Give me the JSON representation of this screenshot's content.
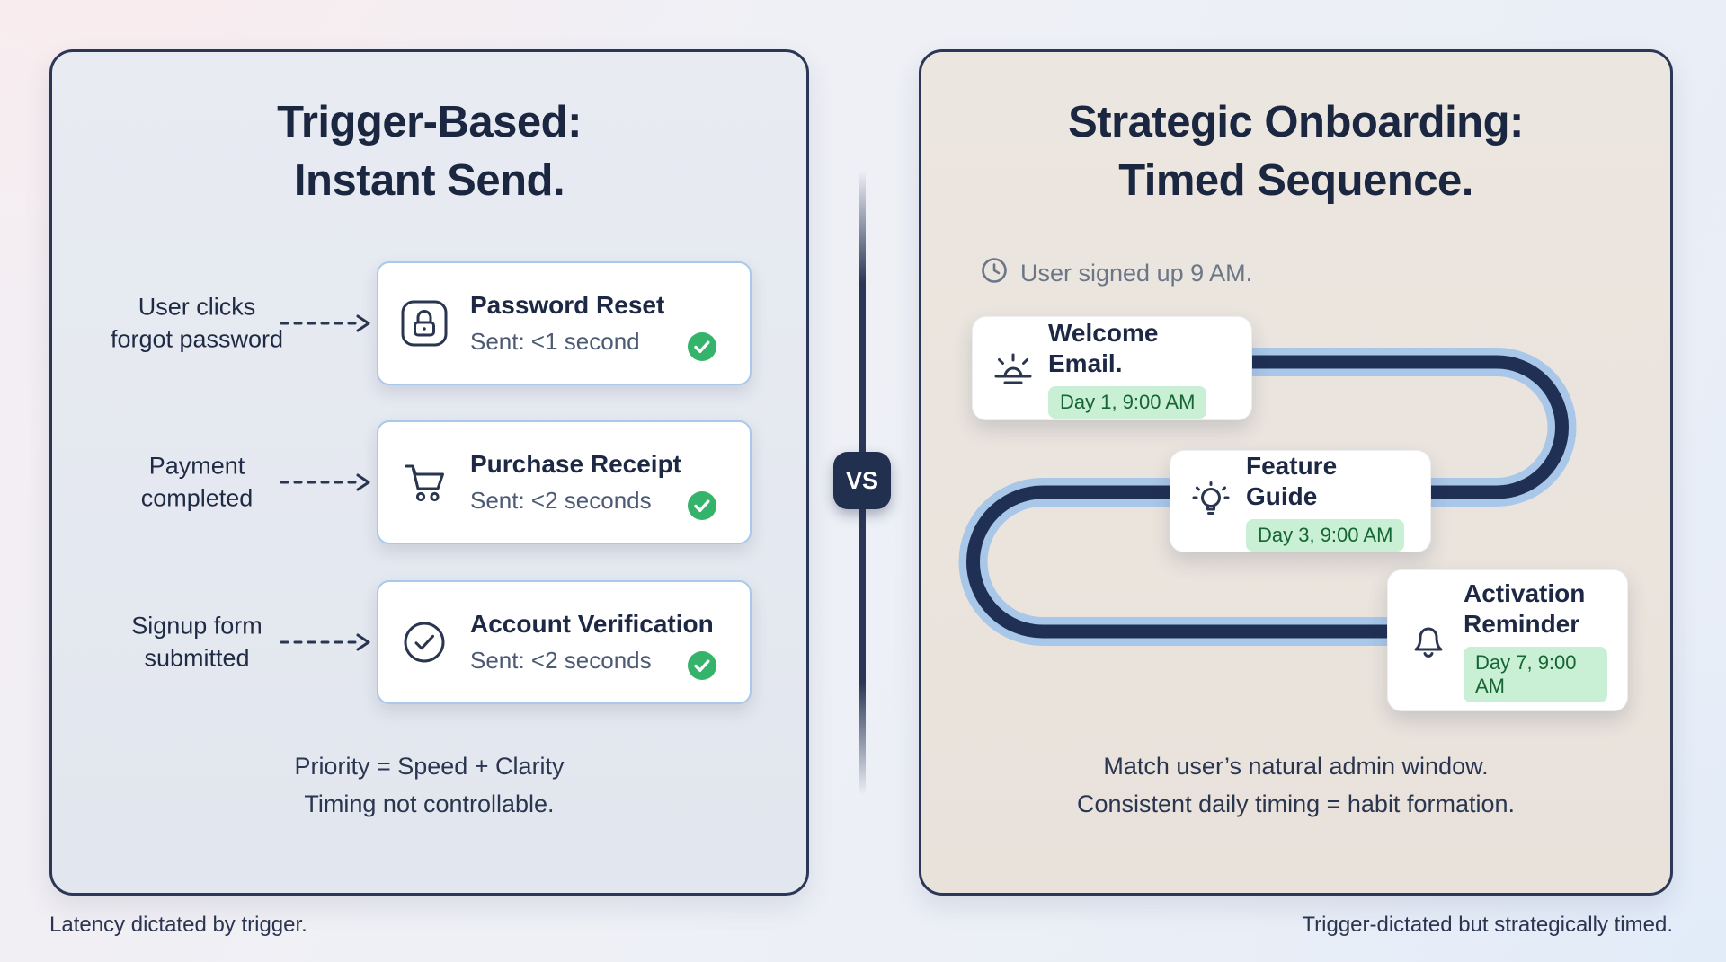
{
  "page": {
    "vs_label": "VS",
    "caption_left": "Latency dictated by trigger.",
    "caption_right": "Trigger-dictated but strategically timed."
  },
  "colors": {
    "navy": "#22304f",
    "panel_left_bg": "#e5e8ef",
    "panel_right_bg": "#eae4de",
    "card_border_blue": "#a9c9ea",
    "success_green": "#35b36a",
    "badge_green_bg": "#c9efd4",
    "badge_green_text": "#166534",
    "path_outer_blue": "#a9c7e9"
  },
  "left_panel": {
    "title_line1": "Trigger-Based:",
    "title_line2": "Instant Send.",
    "rows": [
      {
        "trigger_line1": "User clicks",
        "trigger_line2": "forgot password",
        "icon": "lock-icon",
        "title": "Password Reset",
        "subtitle": "Sent: <1 second",
        "status_icon": "success-check-icon"
      },
      {
        "trigger_line1": "Payment",
        "trigger_line2": "completed",
        "icon": "cart-icon",
        "title": "Purchase Receipt",
        "subtitle": "Sent: <2 seconds",
        "status_icon": "success-check-icon"
      },
      {
        "trigger_line1": "Signup form",
        "trigger_line2": "submitted",
        "icon": "check-circle-icon",
        "title": "Account Verification",
        "subtitle": "Sent: <2 seconds",
        "status_icon": "success-check-icon"
      }
    ],
    "footer_line1": "Priority = Speed + Clarity",
    "footer_line2": "Timing not controllable."
  },
  "right_panel": {
    "title_line1": "Strategic Onboarding:",
    "title_line2": "Timed Sequence.",
    "note_icon": "clock-icon",
    "note": "User signed up 9 AM.",
    "steps": [
      {
        "icon": "sunrise-icon",
        "title": "Welcome Email.",
        "badge": "Day 1, 9:00 AM"
      },
      {
        "icon": "lightbulb-icon",
        "title": "Feature Guide",
        "badge": "Day 3, 9:00 AM"
      },
      {
        "icon": "bell-icon",
        "title": "Activation Reminder",
        "badge": "Day 7, 9:00 AM"
      }
    ],
    "footer_line1": "Match user’s natural admin window.",
    "footer_line2": "Consistent daily timing = habit formation."
  }
}
